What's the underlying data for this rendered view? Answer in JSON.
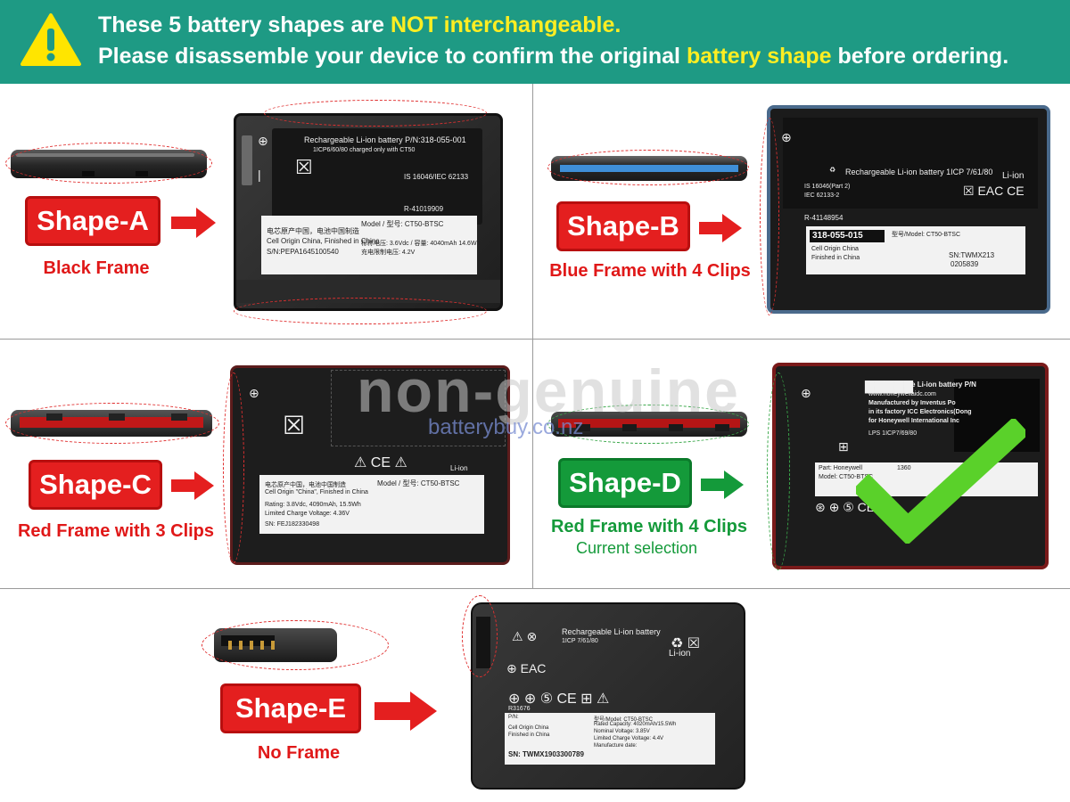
{
  "header": {
    "line1_pre": "These 5 battery shapes are ",
    "line1_highlight": "NOT interchangeable.",
    "line2_pre": "Please disassemble your device to confirm the original ",
    "line2_highlight": "battery shape",
    "line2_post": " before ordering."
  },
  "watermark": {
    "main": "non-genuine",
    "site": "batterybuy.co.nz"
  },
  "shapes": [
    {
      "label": "Shape-A",
      "description": "Black Frame",
      "color": "#e41f1f"
    },
    {
      "label": "Shape-B",
      "description": "Blue Frame with 4 Clips",
      "color": "#e41f1f"
    },
    {
      "label": "Shape-C",
      "description": "Red Frame with 3 Clips",
      "color": "#e41f1f"
    },
    {
      "label": "Shape-D",
      "description": "Red Frame with 4 Clips",
      "note": "Current selection",
      "color": "#149a3a"
    },
    {
      "label": "Shape-E",
      "description": "No Frame",
      "color": "#e41f1f"
    }
  ],
  "battery_labels": {
    "a": {
      "title": "Rechargeable Li-ion battery  P/N:318-055-001",
      "cell": "1ICP6/60/80        charged only with CT50",
      "std": "IS 16046/IEC 62133",
      "reg": "R-41019909",
      "model": "Model / 型号: CT50-BTSC",
      "origin1": "电芯原产中国，电池中国制造",
      "origin2": "Cell Origin China, Finished in China",
      "sn": "S/N:PEPA1645100540",
      "rating": "标称电压: 3.6Vdc / 容量: 4040mAh 14.6Wh",
      "charge": "充电限制电压: 4.2V"
    },
    "b": {
      "title": "Rechargeable Li-ion battery   1ICP 7/61/80",
      "chem": "Li-ion",
      "std1": "IS 16046(Part 2)",
      "std2": "IEC 62133-2",
      "reg": "R-41148954",
      "pn": "318-055-015",
      "origin": "Cell Origin China",
      "finish": "Finished in China",
      "model": "型号/Model: CT50-BTSC",
      "sn": "SN:TWMX213",
      "lot": "0205839"
    },
    "c": {
      "model": "Model / 型号: CT50-BTSC",
      "origin1": "电芯原产中国，电池中国制造",
      "origin2": "Cell Origin \"China\", Finished in China",
      "rating": "Rating: 3.8Vdc, 4090mAh, 15.5Wh",
      "limit": "Limited Charge Voltage: 4.36V",
      "sn": "SN: FEJ182330498",
      "chem": "Li-ion"
    },
    "d": {
      "title": "Rechargeable Li-ion battery P/N",
      "web": "www.honeywellaidc.com",
      "mfr1": "Manufactured by Inventus Po",
      "mfr2": "in its factory ICC Electronics(Dong",
      "mfr3": "for Honeywell International Inc",
      "lps": "LPS   1ICP7/69/80",
      "part": "Part: Honeywell",
      "model": "Model: CT50-BTSC",
      "sn": "1360"
    },
    "e": {
      "title": "Rechargeable Li-ion battery",
      "cell": "1ICP 7/61/80",
      "chem": "Li-ion",
      "reg": "R31676",
      "pn": "P/N:",
      "origin": "Cell Origin China",
      "finish": "Finished in China",
      "model": "型号/Model: CT50-BTSC",
      "capacity": "Rated Capacity: 4020mAh/15.5Wh",
      "nominal": "Nominal Voltage: 3.85V",
      "charge": "Limited Charge Voltage: 4.4V",
      "mfg": "Manufacture date:",
      "sn": "SN: TWMX1903300789"
    }
  },
  "colors": {
    "banner": "#1e9a84",
    "highlight": "#ffee22",
    "red": "#e41f1f",
    "green": "#149a3a"
  }
}
